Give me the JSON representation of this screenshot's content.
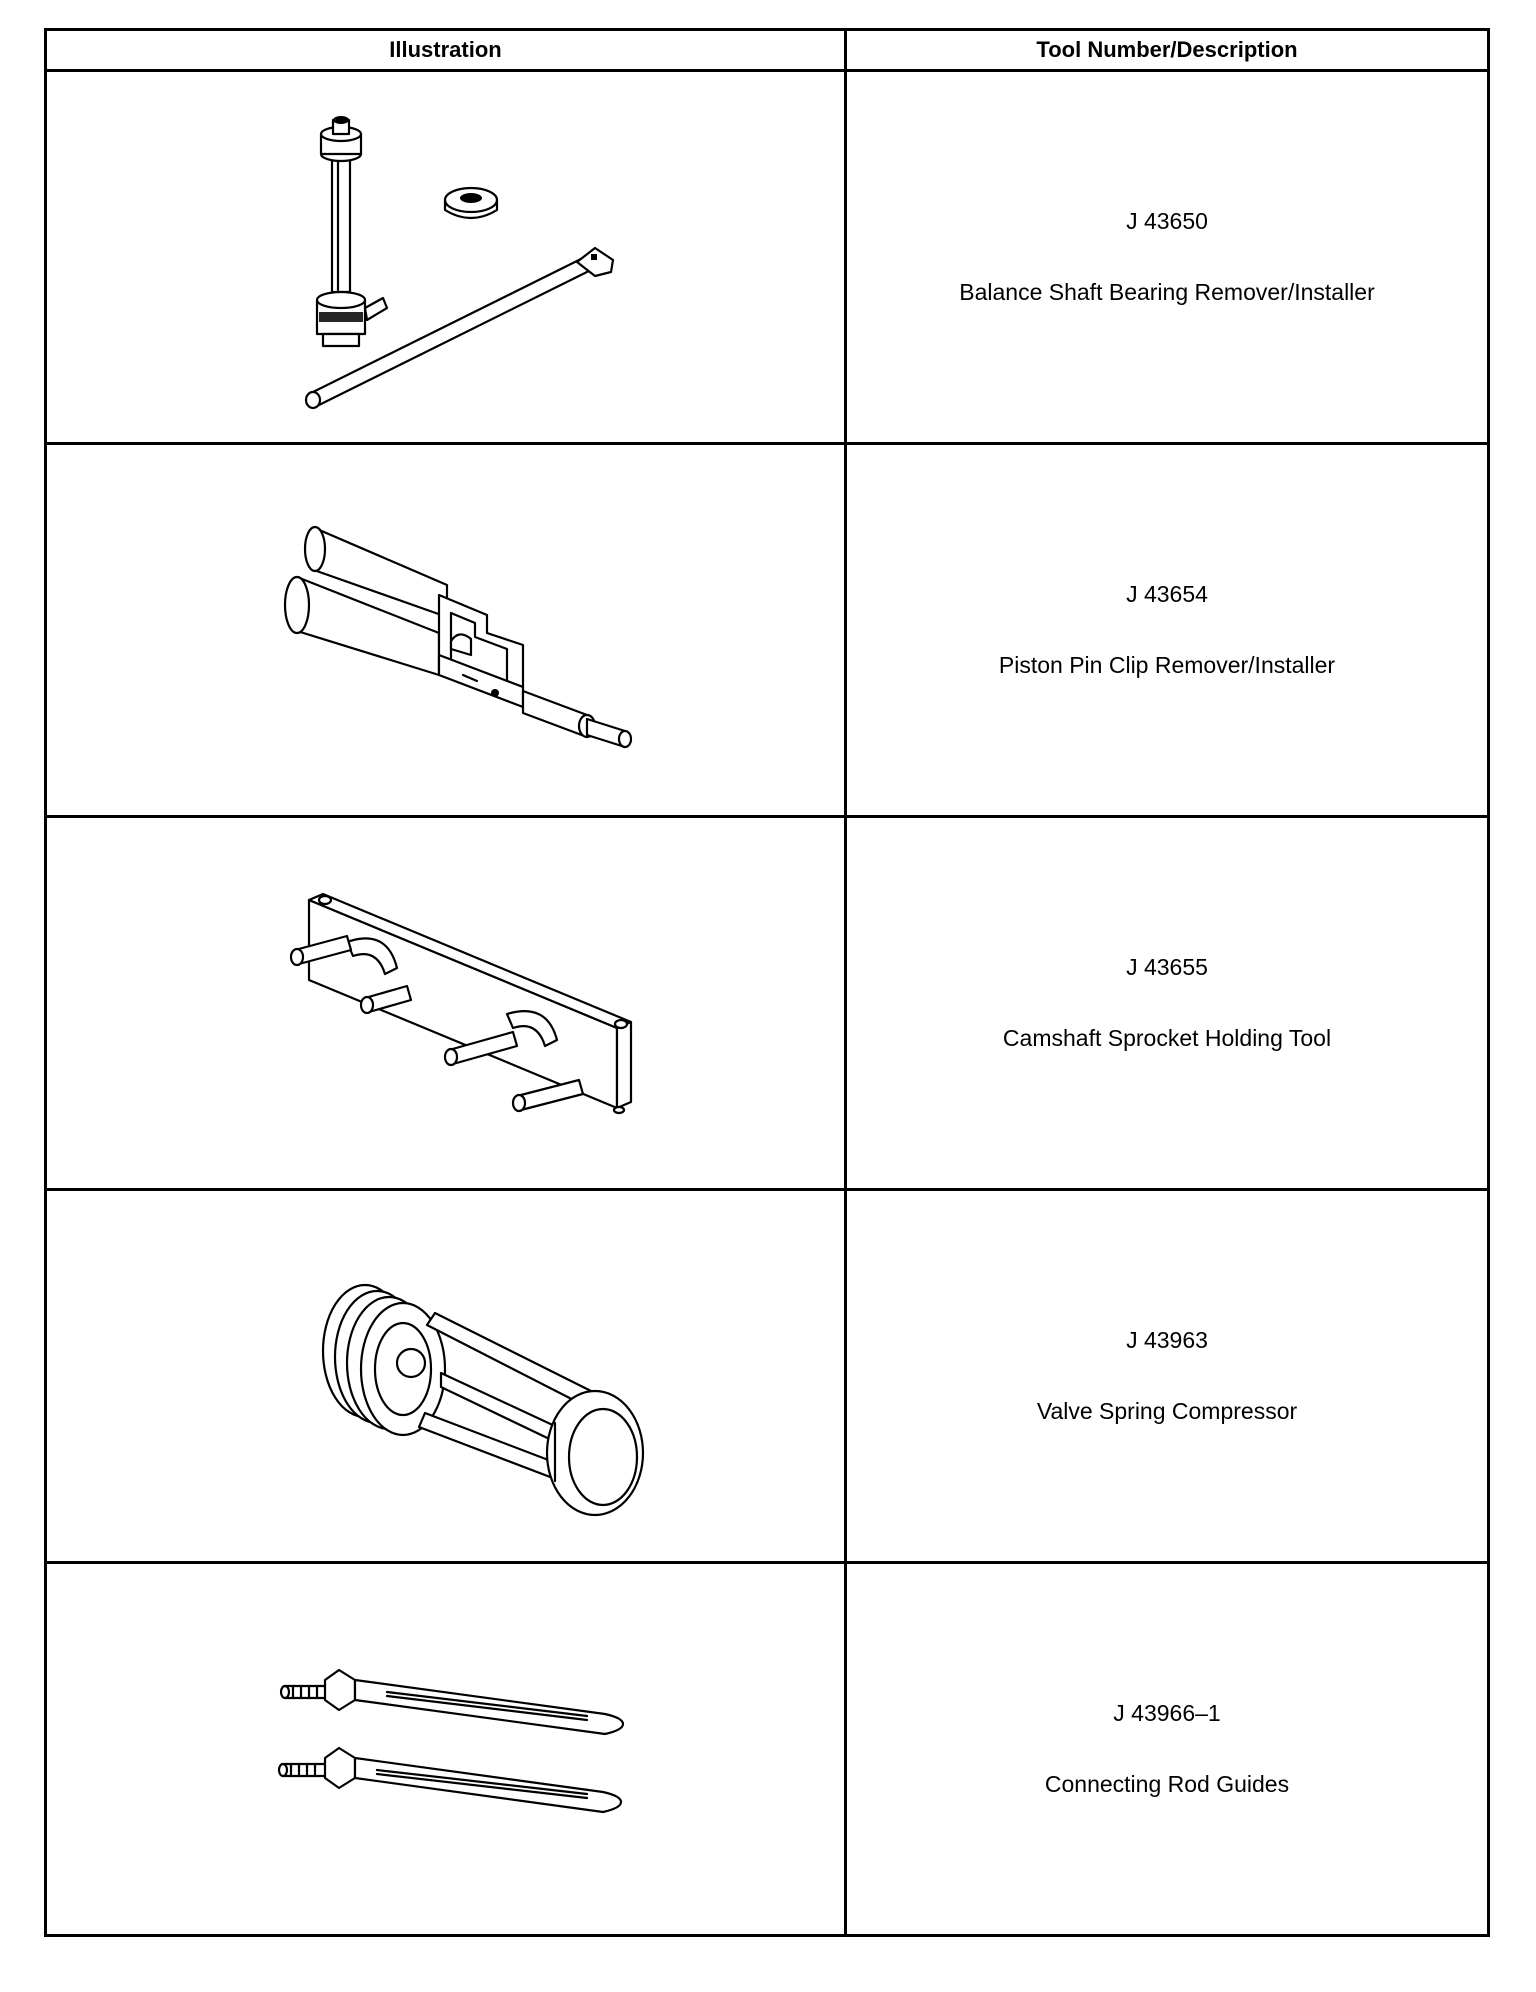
{
  "table": {
    "headers": {
      "illustration": "Illustration",
      "tool": "Tool Number/Description"
    },
    "rows": [
      {
        "number": "J 43650",
        "description": "Balance Shaft Bearing Remover/Installer",
        "icon": "balance-shaft-bearing-tool-icon"
      },
      {
        "number": "J 43654",
        "description": "Piston Pin Clip Remover/Installer",
        "icon": "piston-pin-clip-tool-icon"
      },
      {
        "number": "J 43655",
        "description": "Camshaft Sprocket Holding Tool",
        "icon": "camshaft-sprocket-holding-tool-icon"
      },
      {
        "number": "J 43963",
        "description": "Valve Spring Compressor",
        "icon": "valve-spring-compressor-icon"
      },
      {
        "number": "J 43966–1",
        "description": "Connecting Rod Guides",
        "icon": "connecting-rod-guides-icon"
      }
    ]
  }
}
